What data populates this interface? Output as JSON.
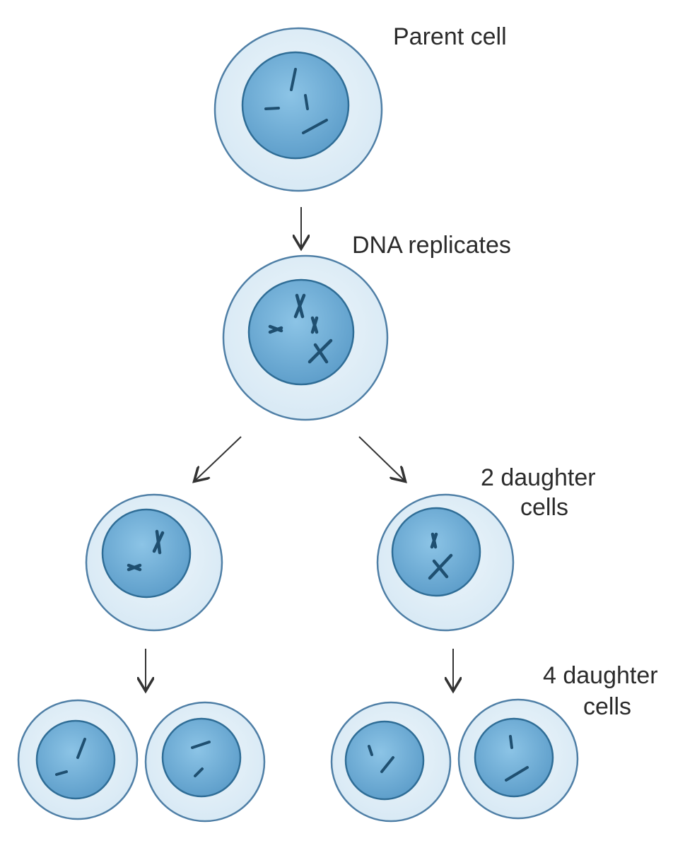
{
  "labels": {
    "parent": "Parent cell",
    "dna": "DNA replicates",
    "two_line1": "2 daughter",
    "two_line2": "cells",
    "four_line1": "4 daughter",
    "four_line2": "cells"
  },
  "colors": {
    "cytoplasm": "#e6f1f9",
    "cell_outline": "#4f7fa6",
    "nucleus": "#77b4db",
    "nucleus_outline": "#2f6d96",
    "chromosome": "#1f4f70",
    "arrow": "#333333"
  }
}
